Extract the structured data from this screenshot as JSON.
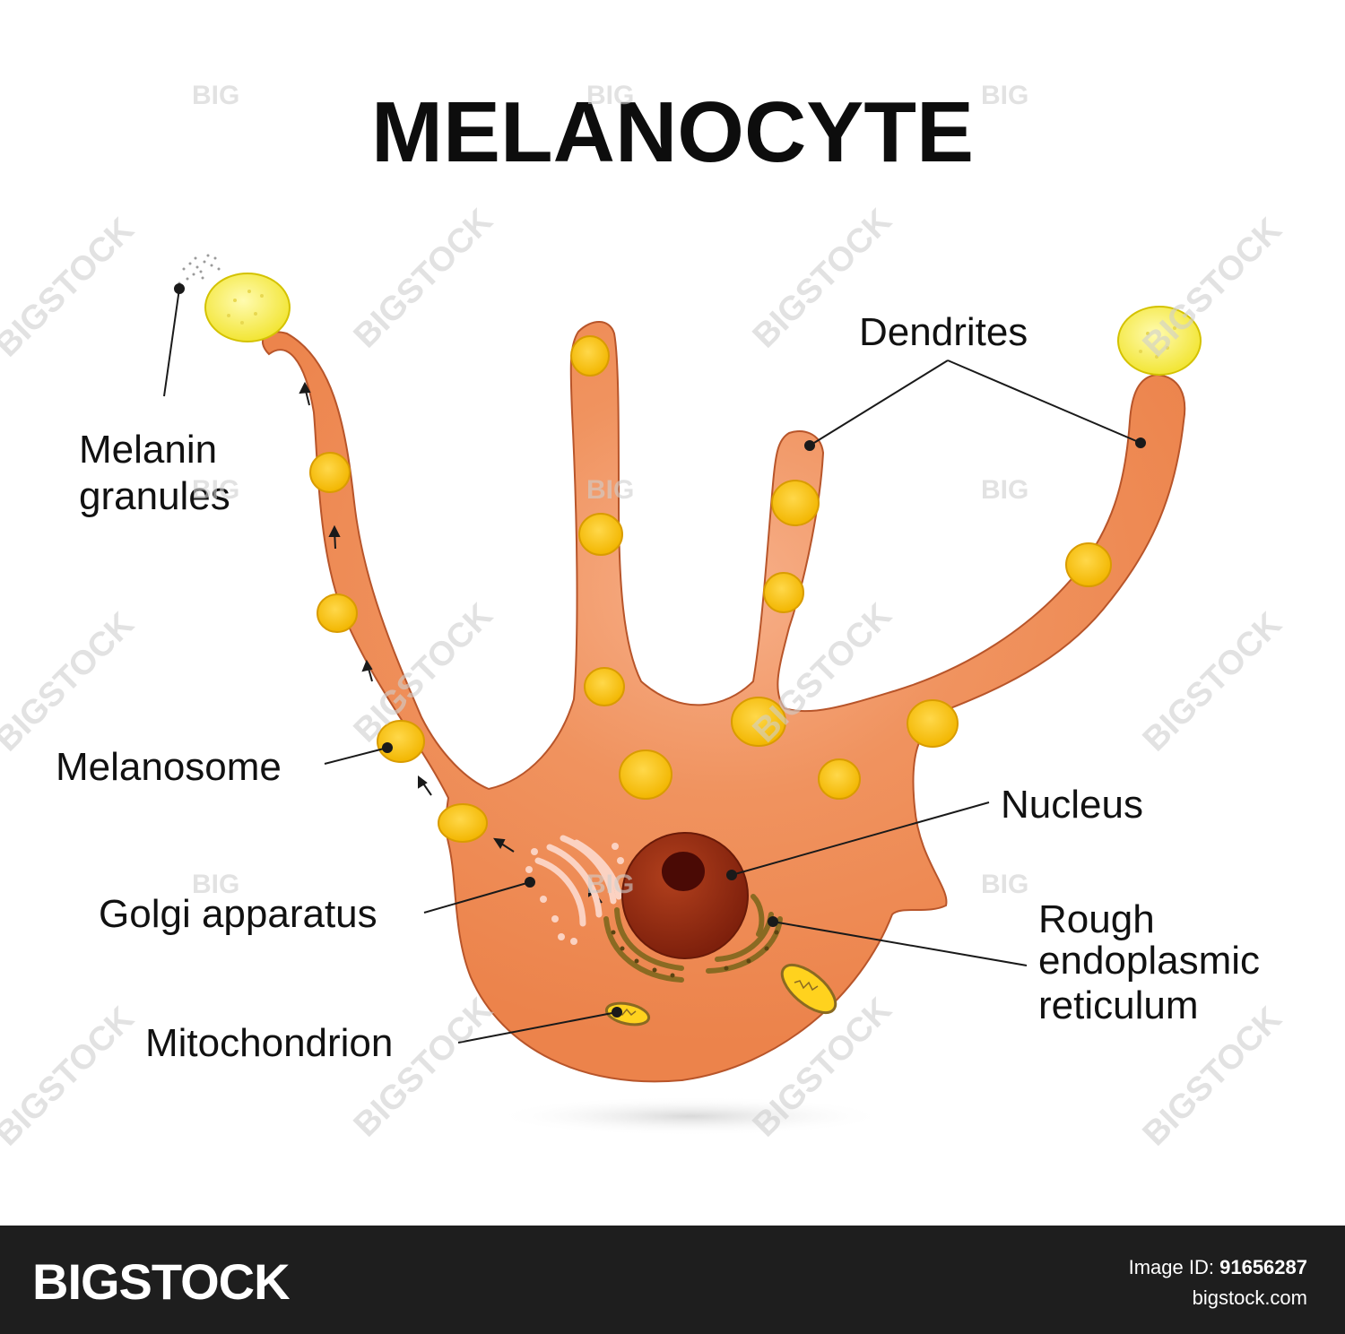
{
  "title": "MELANOCYTE",
  "labels": {
    "melanin_granules_line1": "Melanin",
    "melanin_granules_line2": "granules",
    "dendrites": "Dendrites",
    "melanosome": "Melanosome",
    "nucleus": "Nucleus",
    "golgi": "Golgi apparatus",
    "rough_er_line1": "Rough",
    "rough_er_line2": "endoplasmic",
    "rough_er_line3": "reticulum",
    "mitochondrion": "Mitochondrion"
  },
  "watermark": {
    "big": "BIG",
    "bigstock": "BIGSTOCK"
  },
  "footer": {
    "logo": "BIGSTOCK",
    "image_id_label": "Image ID:",
    "image_id": "91656287",
    "url": "bigstock.com"
  },
  "colors": {
    "cell_fill": "#ef8a55",
    "cell_stroke": "#b8552a",
    "melanosome_fill": "#ffd21e",
    "granule_fill": "#fff56a",
    "nucleus_fill": "#9a2b12",
    "nucleolus_fill": "#4a0a05",
    "golgi_fill": "#fbd2c2",
    "er_fill": "#8a6a22",
    "footer_bg": "#1e1e1e"
  }
}
